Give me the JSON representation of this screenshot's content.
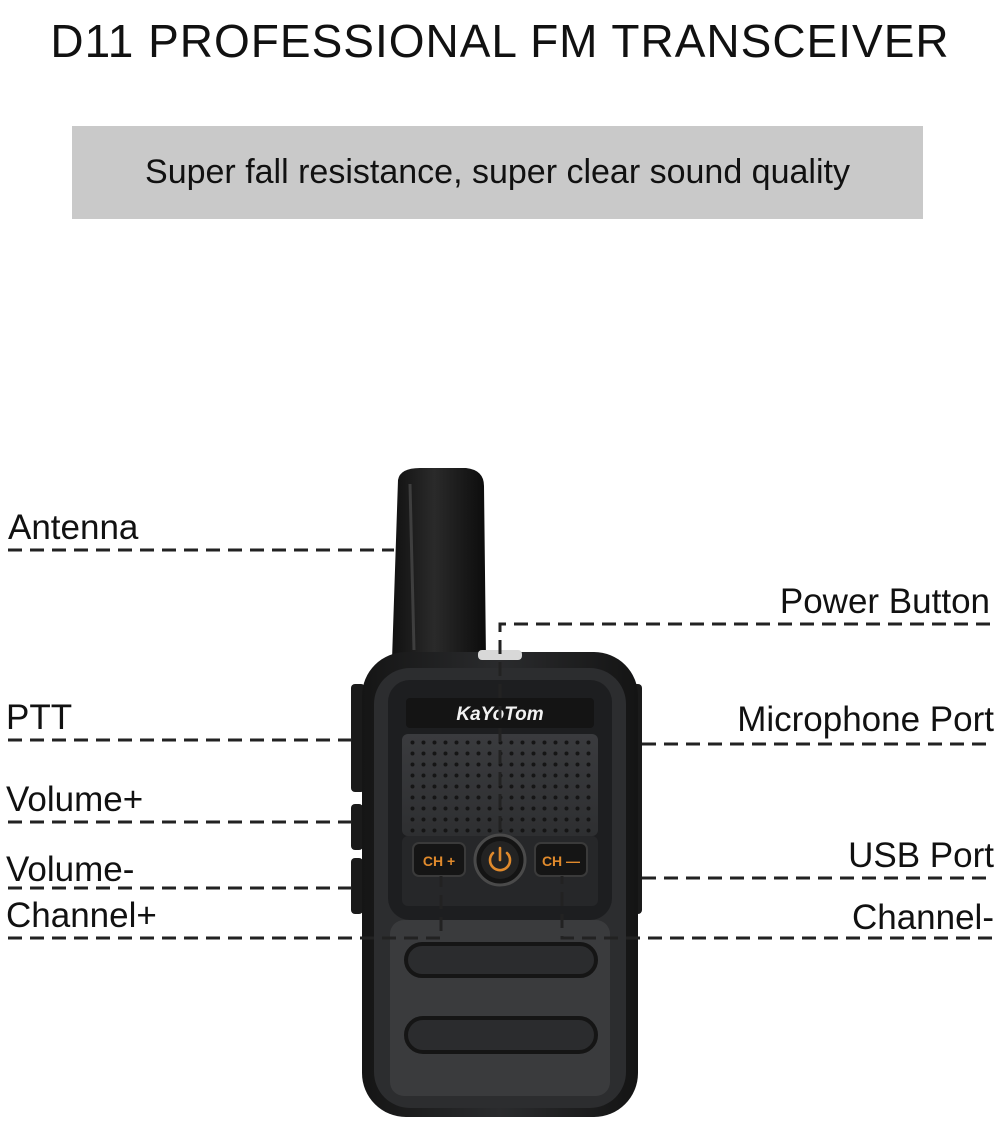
{
  "title": "D11 PROFESSIONAL FM TRANSCEIVER",
  "subtitle": "Super fall resistance, super clear sound quality",
  "device": {
    "brand": "KaYoTom",
    "ch_plus": "CH +",
    "ch_minus": "CH —"
  },
  "labels": {
    "antenna": "Antenna",
    "ptt": "PTT",
    "volume_plus": "Volume+",
    "volume_minus": "Volume-",
    "channel_plus": "Channel+",
    "power_button": "Power Button",
    "microphone_port": "Microphone Port",
    "usb_port": "USB Port",
    "channel_minus": "Channel-"
  },
  "colors": {
    "banner": "#c9c9c9",
    "body": "#2b2c2e",
    "accent": "#e08a2c"
  }
}
